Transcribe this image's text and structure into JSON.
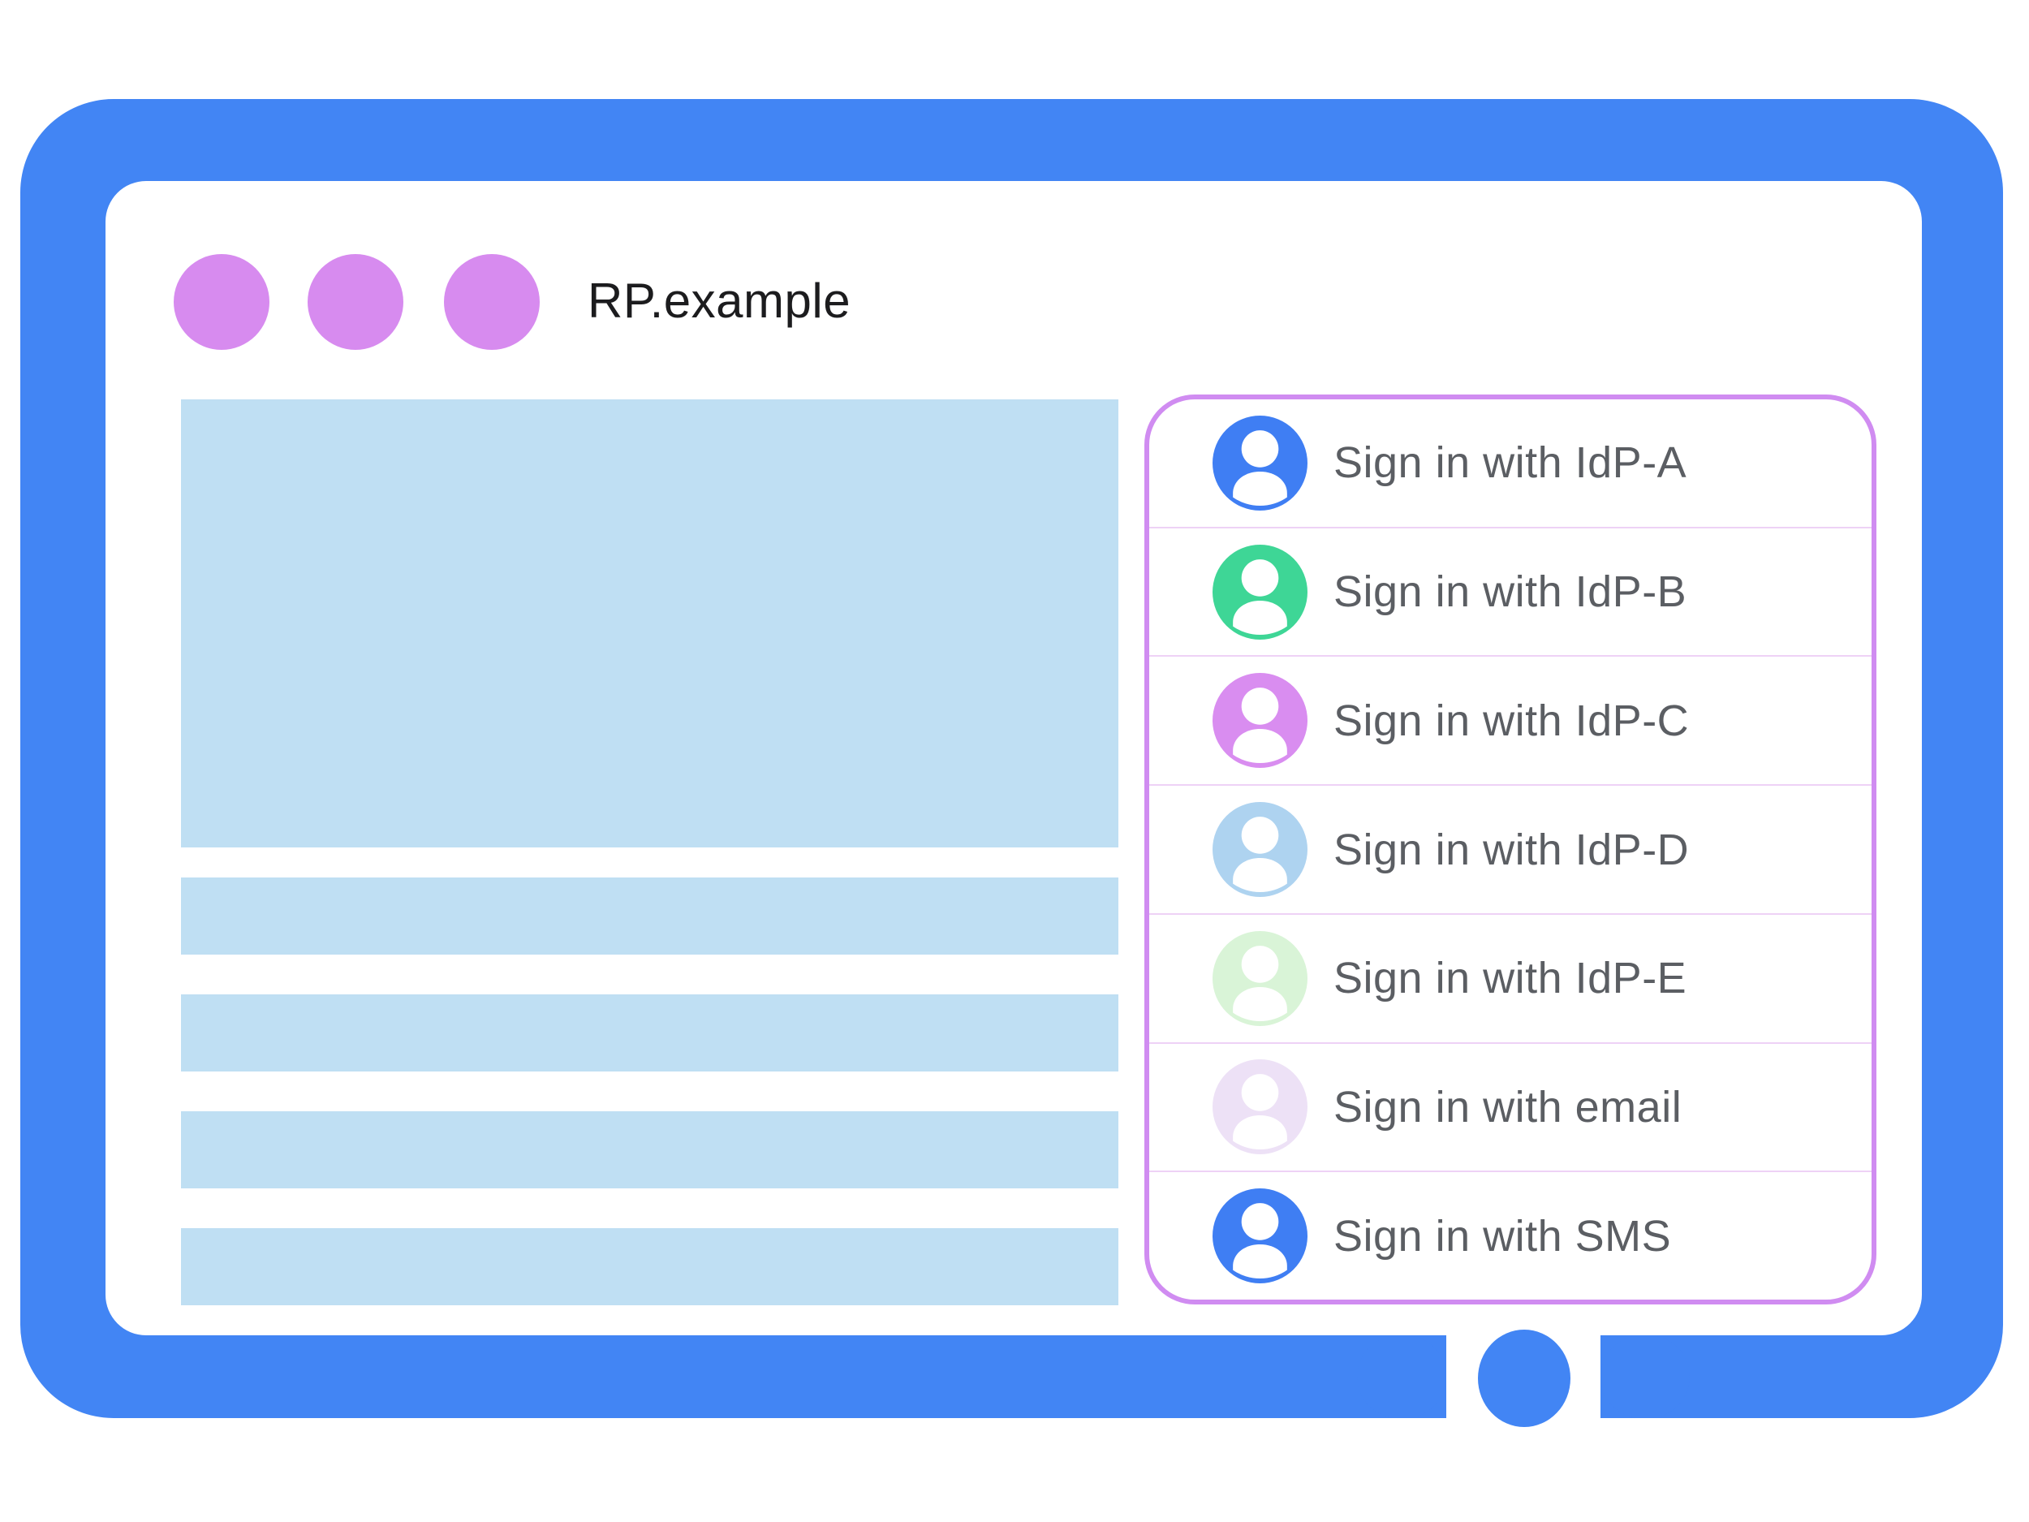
{
  "window": {
    "title": "RP.example",
    "controls": {
      "count": 3,
      "icon": "window-control-dot",
      "color": "#d78bef"
    }
  },
  "frame": {
    "color": "#4285f4",
    "notch_icon": "hinge-circle"
  },
  "content": {
    "hero_block": {
      "color": "#bfdff3"
    },
    "placeholder_lines": {
      "count": 4,
      "color": "#bfdff3"
    }
  },
  "signin_panel": {
    "border_color": "#d08cf1",
    "divider_color": "#eed2f6",
    "label_color": "#5b5e63",
    "options": [
      {
        "label": "Sign in with IdP-A",
        "icon": "person-avatar",
        "avatar_color": "#3f7ef3"
      },
      {
        "label": "Sign in with IdP-B",
        "icon": "person-avatar",
        "avatar_color": "#3ed696"
      },
      {
        "label": "Sign in with IdP-C",
        "icon": "person-avatar",
        "avatar_color": "#d98df0"
      },
      {
        "label": "Sign in with IdP-D",
        "icon": "person-avatar",
        "avatar_color": "#aed3f0"
      },
      {
        "label": "Sign in with IdP-E",
        "icon": "person-avatar",
        "avatar_color": "#d9f4d7"
      },
      {
        "label": "Sign in with email",
        "icon": "person-avatar",
        "avatar_color": "#ede1f6"
      },
      {
        "label": "Sign in with SMS",
        "icon": "person-avatar",
        "avatar_color": "#3f7ef3"
      }
    ]
  }
}
